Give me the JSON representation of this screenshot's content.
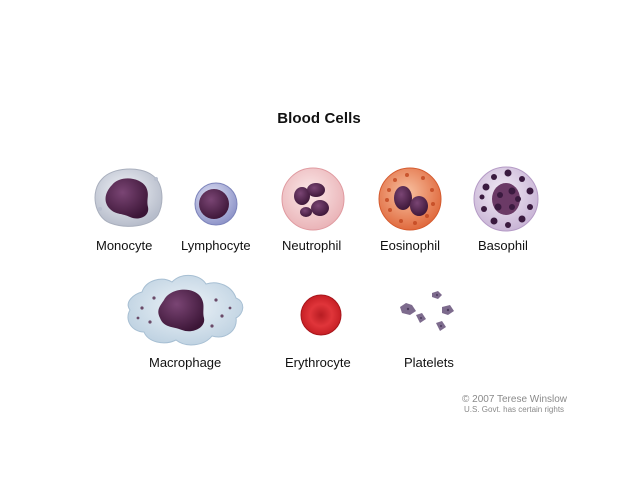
{
  "title": "Blood Cells",
  "cells": [
    {
      "label": "Monocyte"
    },
    {
      "label": "Lymphocyte"
    },
    {
      "label": "Neutrophil"
    },
    {
      "label": "Eosinophil"
    },
    {
      "label": "Basophil"
    },
    {
      "label": "Macrophage"
    },
    {
      "label": "Erythrocyte"
    },
    {
      "label": "Platelets"
    }
  ],
  "credit": {
    "line1": "© 2007 Terese Winslow",
    "line2": "U.S. Govt. has certain rights"
  },
  "colors": {
    "nucleus": "#5a2a52",
    "monocyte_cytoplasm": "#d9dde6",
    "lymphocyte_cytoplasm": "#c4c8e8",
    "neutrophil_cytoplasm": "#f7d6d6",
    "eosinophil_cytoplasm": "#f29a6a",
    "basophil_cytoplasm": "#e5d9ec",
    "macrophage_cytoplasm": "#d5e2ee",
    "erythrocyte": "#d7262b",
    "platelet": "#7d6b8d"
  }
}
